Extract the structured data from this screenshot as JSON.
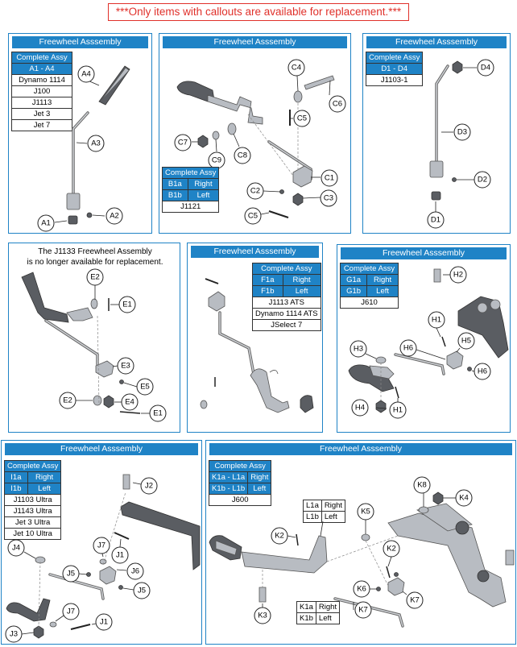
{
  "banner": "***Only items with callouts are available for replacement.***",
  "panels": {
    "a": {
      "title": "Freewheel Asssembly",
      "complete_assy": "Complete Assy",
      "range": "A1 - A4",
      "models": [
        "Dynamo 1114",
        "J100",
        "J1113",
        "Jet 3",
        "Jet 7"
      ],
      "callouts": [
        "A4",
        "A3",
        "A2",
        "A1"
      ]
    },
    "b": {
      "title": "Freewheel Asssembly",
      "complete_assy": "Complete Assy",
      "rows": [
        [
          "B1a",
          "Right"
        ],
        [
          "B1b",
          "Left"
        ]
      ],
      "model": "J1121",
      "callouts": [
        "C4",
        "C6",
        "C5",
        "C7",
        "C9",
        "C8",
        "C1",
        "C2",
        "C3",
        "C5"
      ]
    },
    "d": {
      "title": "Freewheel Asssembly",
      "complete_assy": "Complete Assy",
      "range": "D1 - D4",
      "model": "J1103-1",
      "callouts": [
        "D4",
        "D3",
        "D2",
        "D1"
      ]
    },
    "e": {
      "note_line1": "The J1133 Freewheel Assembly",
      "note_line2": "is no longer available for replacement.",
      "callouts": [
        "E2",
        "E1",
        "E3",
        "E5",
        "E2",
        "E4",
        "E1"
      ]
    },
    "f": {
      "title": "Freewheel Asssembly",
      "complete_assy": "Complete Assy",
      "rows": [
        [
          "F1a",
          "Right"
        ],
        [
          "F1b",
          "Left"
        ]
      ],
      "models": [
        "J1113 ATS",
        "Dynamo 1114 ATS",
        "JSelect 7"
      ]
    },
    "g": {
      "title": "Freewheel Asssembly",
      "complete_assy": "Complete Assy",
      "rows": [
        [
          "G1a",
          "Right"
        ],
        [
          "G1b",
          "Left"
        ]
      ],
      "model": "J610",
      "callouts": [
        "H2",
        "H1",
        "H5",
        "H3",
        "H6",
        "H6",
        "H4",
        "H1"
      ]
    },
    "i": {
      "title": "Freewheel Asssembly",
      "complete_assy": "Complete Assy",
      "rows": [
        [
          "I1a",
          "Right"
        ],
        [
          "I1b",
          "Left"
        ]
      ],
      "models": [
        "J1103 Ultra",
        "J1143 Ultra",
        "Jet 3 Ultra",
        "Jet 10 Ultra"
      ],
      "callouts": [
        "J2",
        "J4",
        "J7",
        "J1",
        "J5",
        "J6",
        "J5",
        "J7",
        "J1",
        "J3"
      ]
    },
    "k": {
      "title": "Freewheel Asssembly",
      "complete_assy": "Complete Assy",
      "rows": [
        [
          "K1a - L1a",
          "Right"
        ],
        [
          "K1b - L1b",
          "Left"
        ]
      ],
      "model": "J600",
      "l_table": [
        [
          "L1a",
          "Right"
        ],
        [
          "L1b",
          "Left"
        ]
      ],
      "k_table": [
        [
          "K1a",
          "Right"
        ],
        [
          "K1b",
          "Left"
        ]
      ],
      "callouts": [
        "K8",
        "K4",
        "K5",
        "K2",
        "K2",
        "K6",
        "K7",
        "K7",
        "K3"
      ]
    }
  }
}
